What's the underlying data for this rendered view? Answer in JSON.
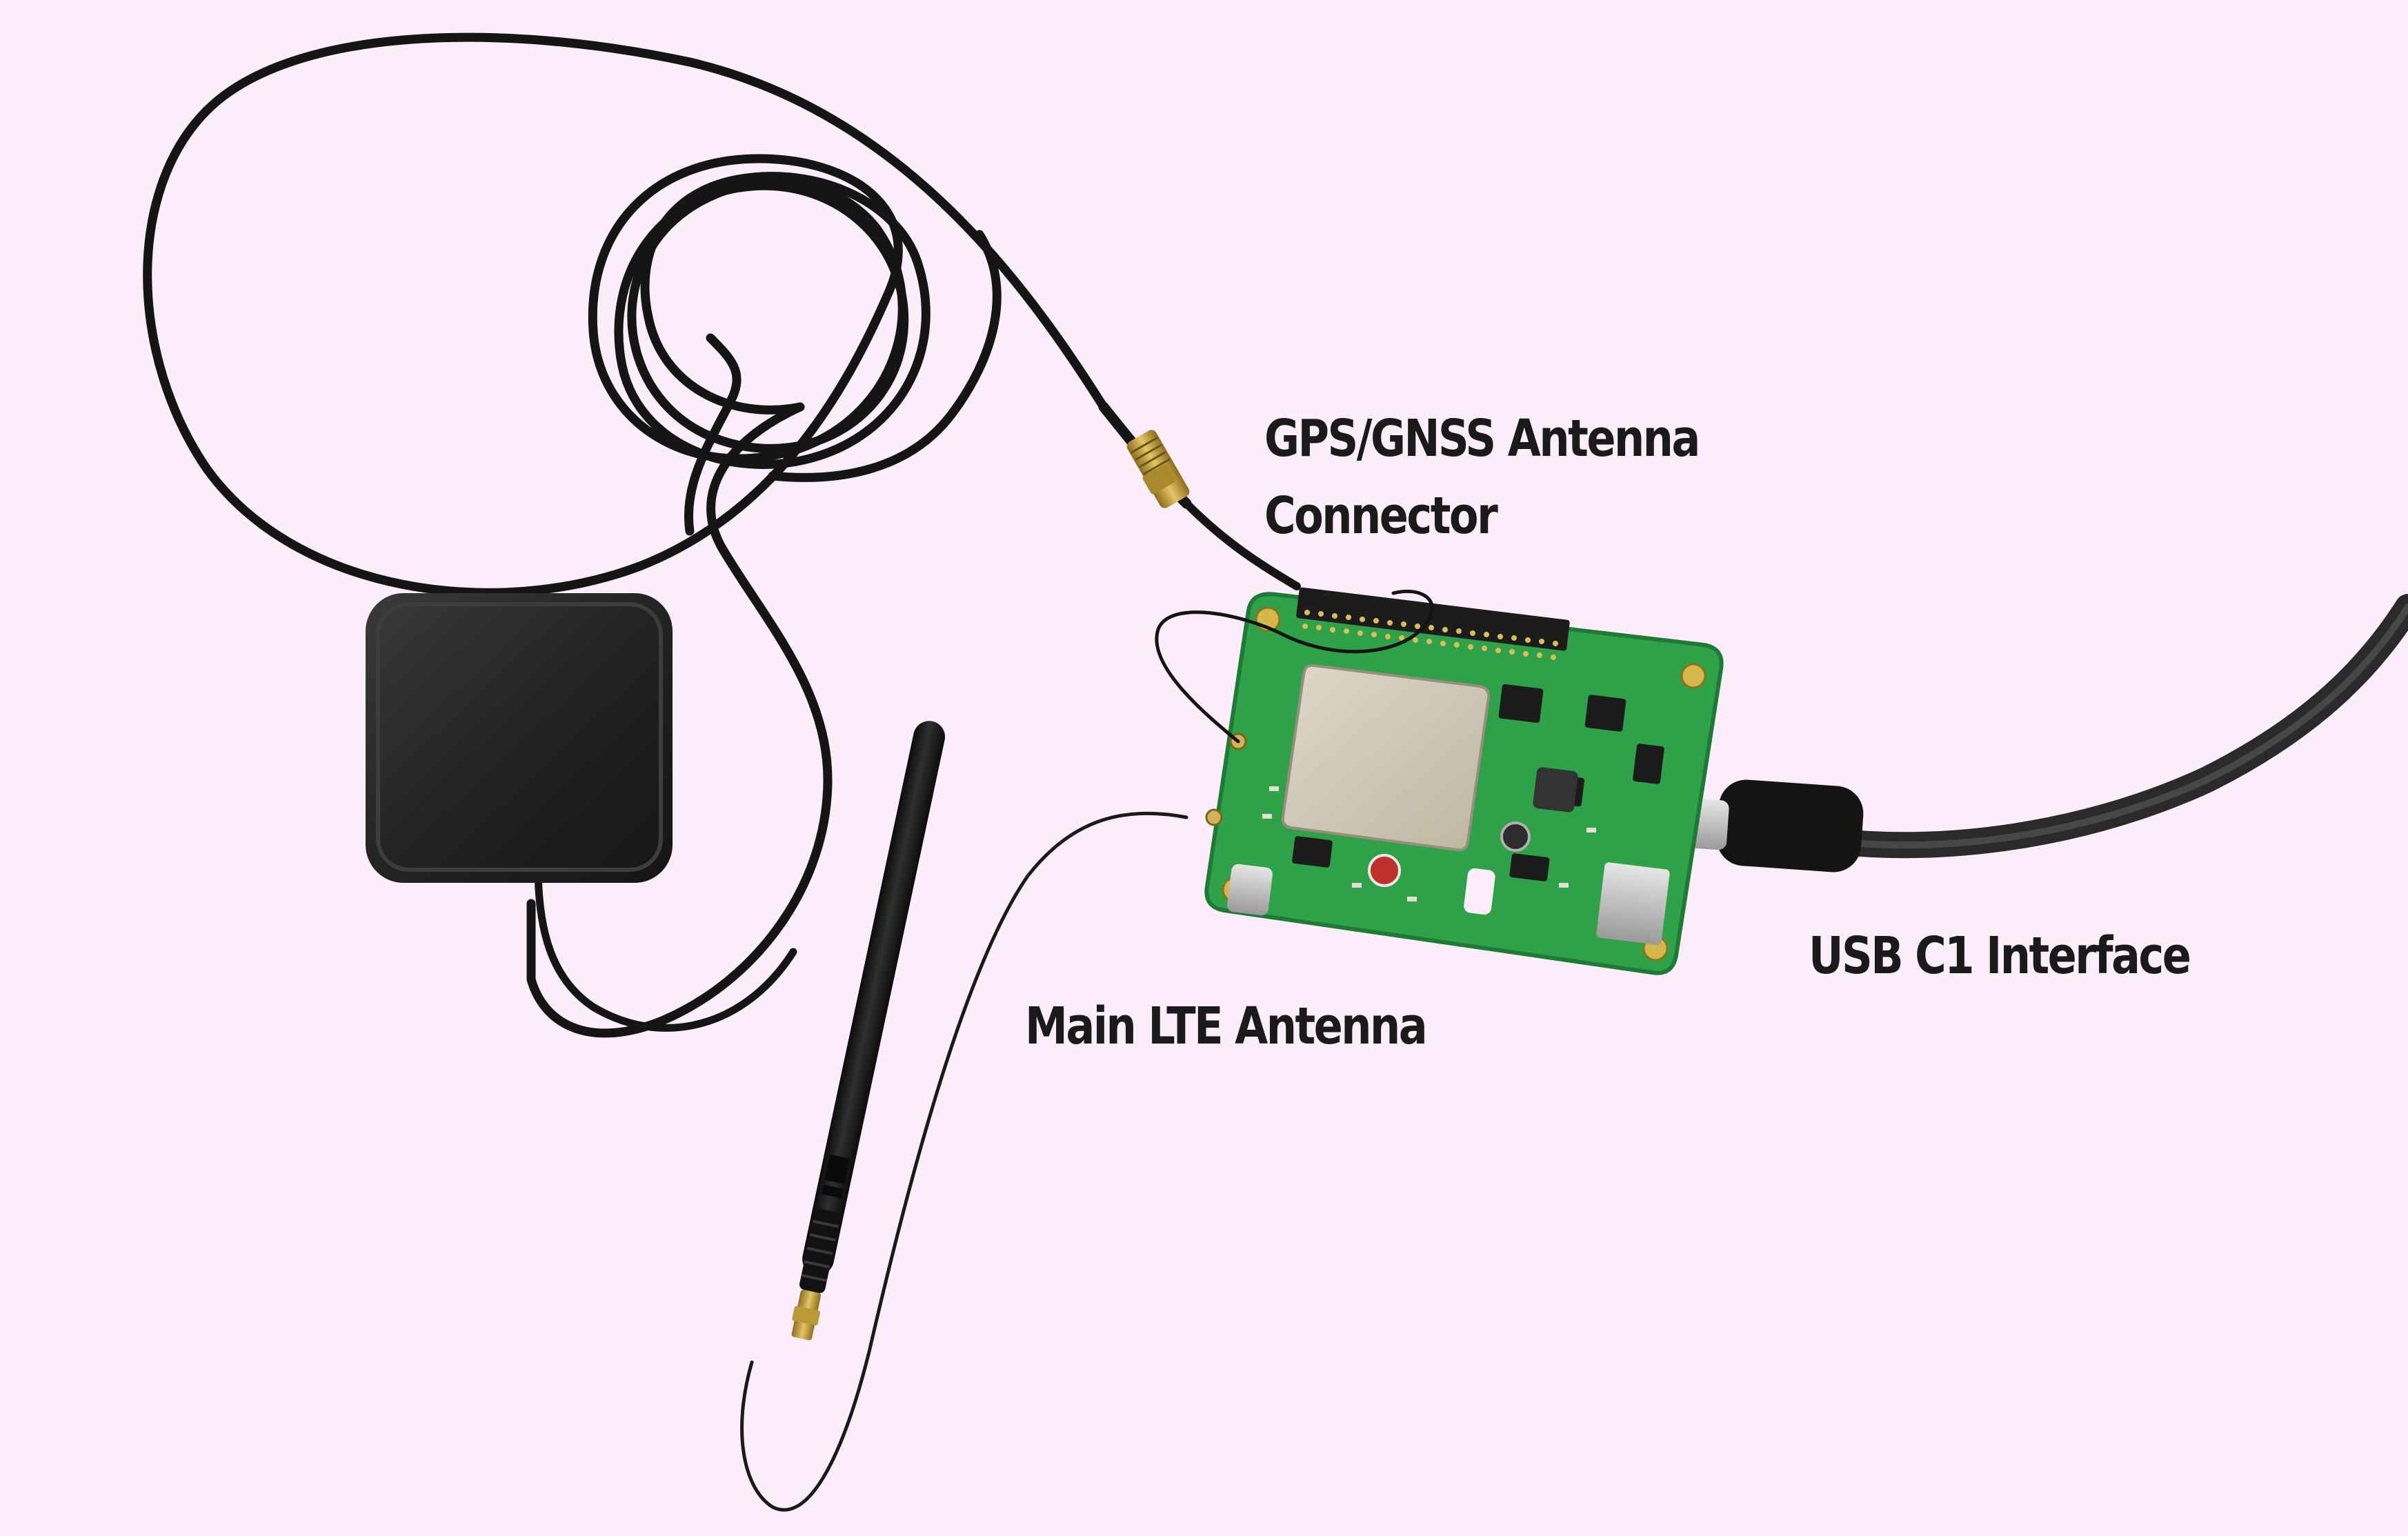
{
  "labels": {
    "gps_line1": "GPS/GNSS Antenna",
    "gps_line2": "Connector",
    "lte": "Main LTE Antenna",
    "usb": "USB C1 Interface"
  },
  "colors": {
    "background": "#fbeefa",
    "pcb": "#2fa149",
    "pcb_dark": "#1f7a35",
    "module_shield": "#cfc9b8",
    "cable": "#151515",
    "gps_puck": "#222222",
    "brass": "#c9a640",
    "label_text": "#1a1a1a"
  },
  "icons": {
    "gps_antenna": "gps-puck-antenna-icon",
    "lte_antenna": "whip-antenna-icon",
    "board": "lte-gnss-board-icon",
    "usb_cable": "usb-c-cable-icon"
  }
}
